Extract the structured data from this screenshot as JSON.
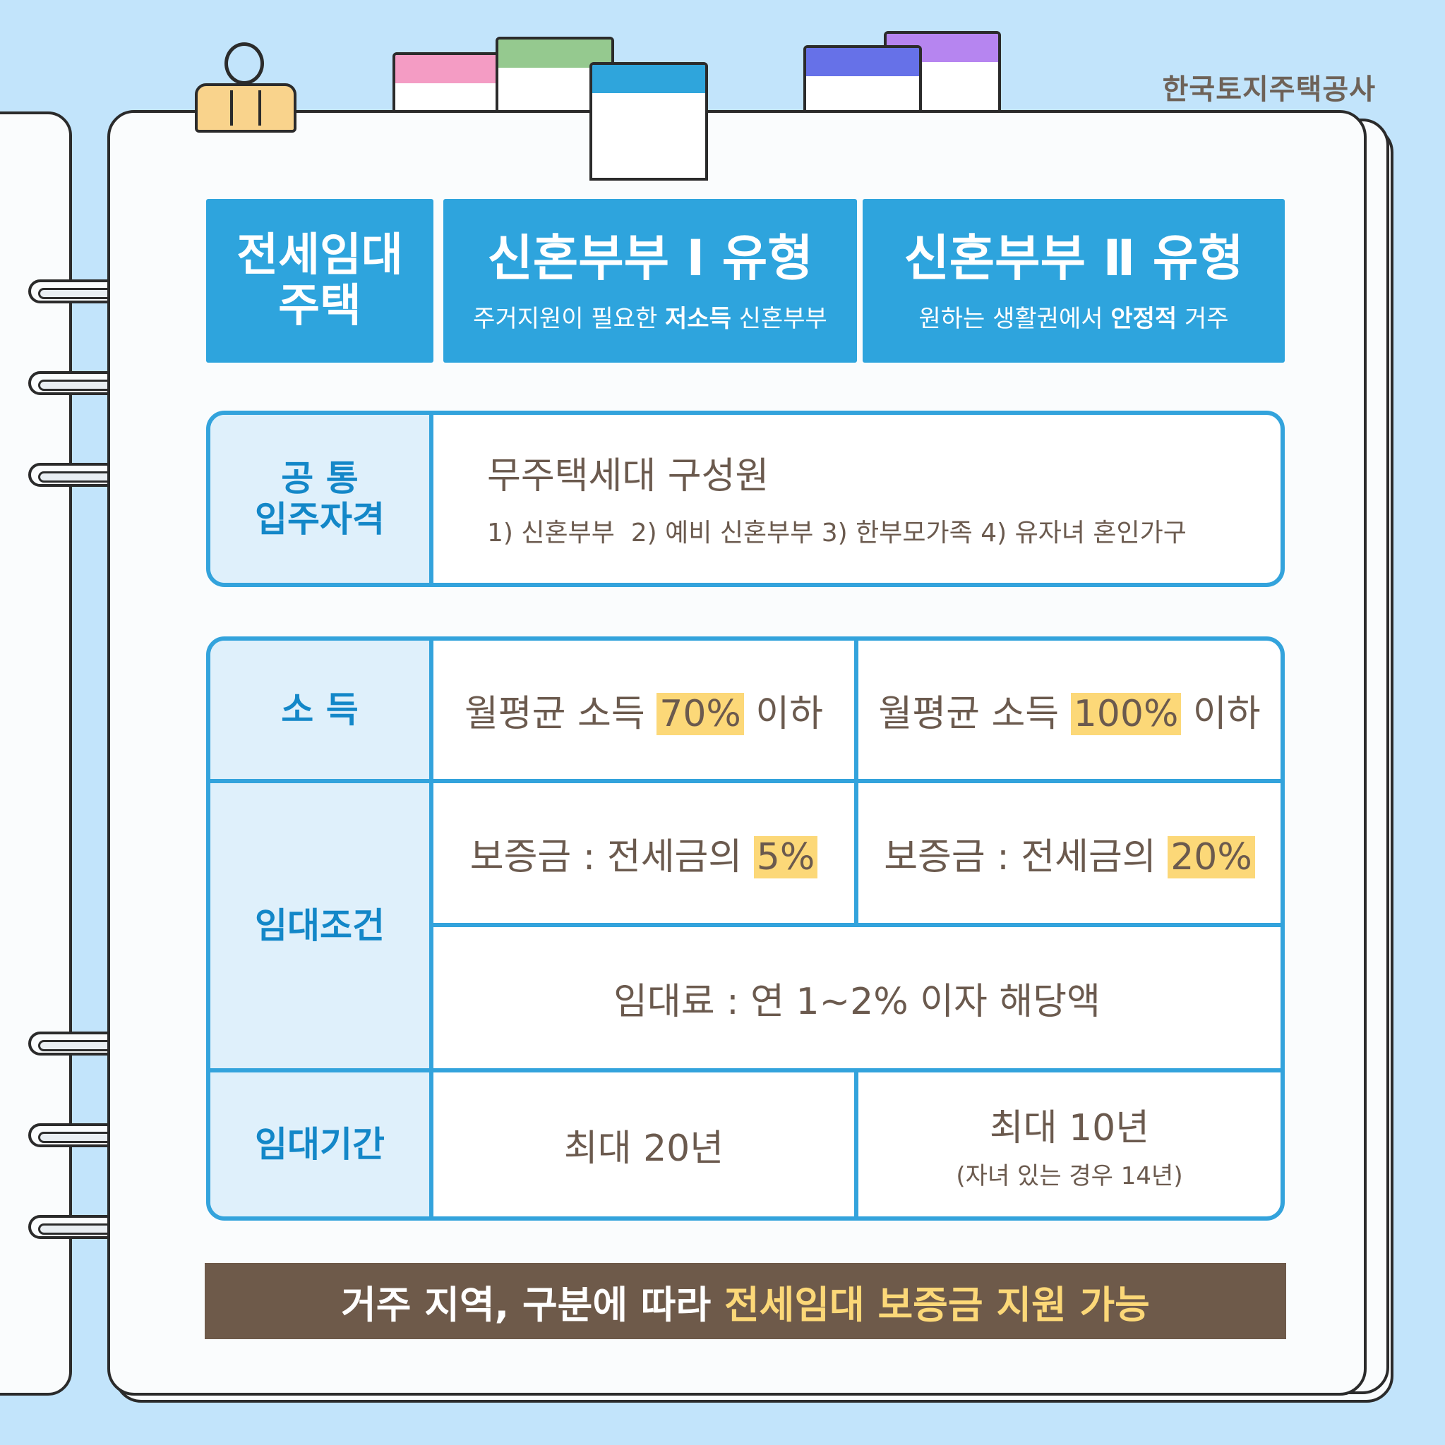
{
  "brand": "한국토지주택공사",
  "header": {
    "type_label_line1": "전세임대",
    "type_label_line2": "주택",
    "type1_title": "신혼부부 Ⅰ 유형",
    "type1_sub_pre": "주거지원이 필요한 ",
    "type1_sub_bold": "저소득",
    "type1_sub_post": " 신혼부부",
    "type2_title": "신혼부부 Ⅱ 유형",
    "type2_sub_pre": "원하는 생활권에서 ",
    "type2_sub_bold": "안정적",
    "type2_sub_post": " 거주"
  },
  "common": {
    "label_line1": "공 통",
    "label_line2": "입주자격",
    "main_text": "무주택세대 구성원",
    "detail_text": "1) 신혼부부  2) 예비 신혼부부 3) 한부모가족 4) 유자녀 혼인가구"
  },
  "table": {
    "income_label": "소 득",
    "income_t1_pre": "월평균 소득 ",
    "income_t1_hl": "70%",
    "income_t1_post": " 이하",
    "income_t2_pre": "월평균 소득 ",
    "income_t2_hl": "100%",
    "income_t2_post": " 이하",
    "lease_label": "임대조건",
    "deposit_t1_pre": "보증금 : 전세금의 ",
    "deposit_t1_hl": "5%",
    "deposit_t2_pre": "보증금 : 전세금의 ",
    "deposit_t2_hl": "20%",
    "rent_text": "임대료 : 연 1~2% 이자 해당액",
    "period_label": "임대기간",
    "period_t1": "최대 20년",
    "period_t2_main": "최대 10년",
    "period_t2_note": "(자녀 있는 경우 14년)"
  },
  "footer": {
    "pre": "거주 지역, 구분에 따라 ",
    "highlight": "전세임대 보증금 지원 가능"
  },
  "colors": {
    "background": "#c2e4fb",
    "header_blue": "#2ea4dd",
    "table_border": "#33a3dc",
    "label_text": "#1387c8",
    "highlight": "#fcd878",
    "footer_bar": "#6e5a4a",
    "tab_pink": "#f49cc4",
    "tab_green": "#95c98f",
    "tab_blue": "#2fa5dc",
    "tab_purple": "#b685f0",
    "tab_indigo": "#6671e8",
    "clip": "#f9d38c"
  },
  "icons": [
    "binder-clip-icon",
    "ring-binding-icon"
  ]
}
